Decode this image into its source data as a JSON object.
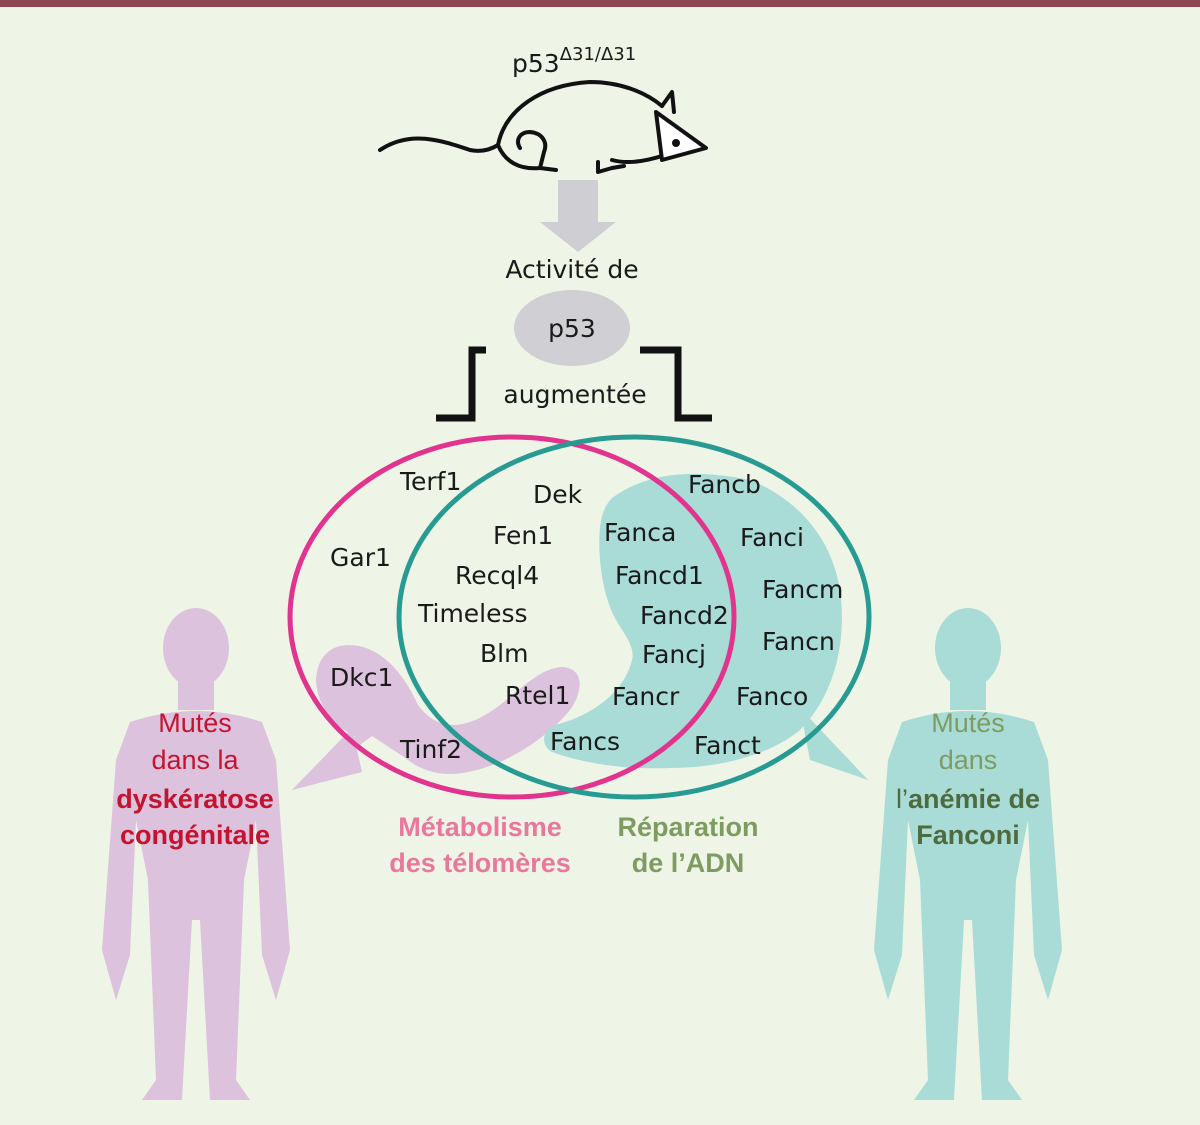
{
  "mouse": {
    "base": "p53",
    "superscript": "Δ31/Δ31"
  },
  "activity": {
    "line1": "Activité de",
    "p53": "p53",
    "line3": "augmentée"
  },
  "genes": {
    "telomere_only": [
      "Terf1",
      "Gar1",
      "Dkc1"
    ],
    "both": [
      "Dek",
      "Fen1",
      "Recql4",
      "Timeless",
      "Blm",
      "Rtel1",
      "Tinf2"
    ],
    "fanconi": [
      "Fancb",
      "Fanca",
      "Fanci",
      "Fancd1",
      "Fancm",
      "Fancd2",
      "Fancn",
      "Fancj",
      "Fancr",
      "Fanco",
      "Fancs",
      "Fanct"
    ]
  },
  "categories": {
    "telomere": {
      "line1": "Métabolisme",
      "line2": "des télomères"
    },
    "dna": {
      "line1": "Réparation",
      "line2": "de l’ADN"
    }
  },
  "left_person": {
    "line1": "Mutés",
    "line2": "dans la",
    "line3": "dyskératose",
    "line4": "congénitale"
  },
  "right_person": {
    "line1": "Mutés",
    "line2": "dans",
    "line3_prefix": "l’",
    "line3_bold": "anémie de",
    "line4": "Fanconi"
  },
  "colors": {
    "magenta_circle": "#e2348f",
    "teal_circle": "#279a92",
    "teal_fill": "#a9dcd6",
    "lilac_fill": "#dcc2dc",
    "red_text": "#c4122f",
    "pink_text": "#e9789c",
    "green_text": "#7e9c62",
    "dark_green_text": "#4e6b40",
    "grey_arrow": "#cfcfd3"
  }
}
